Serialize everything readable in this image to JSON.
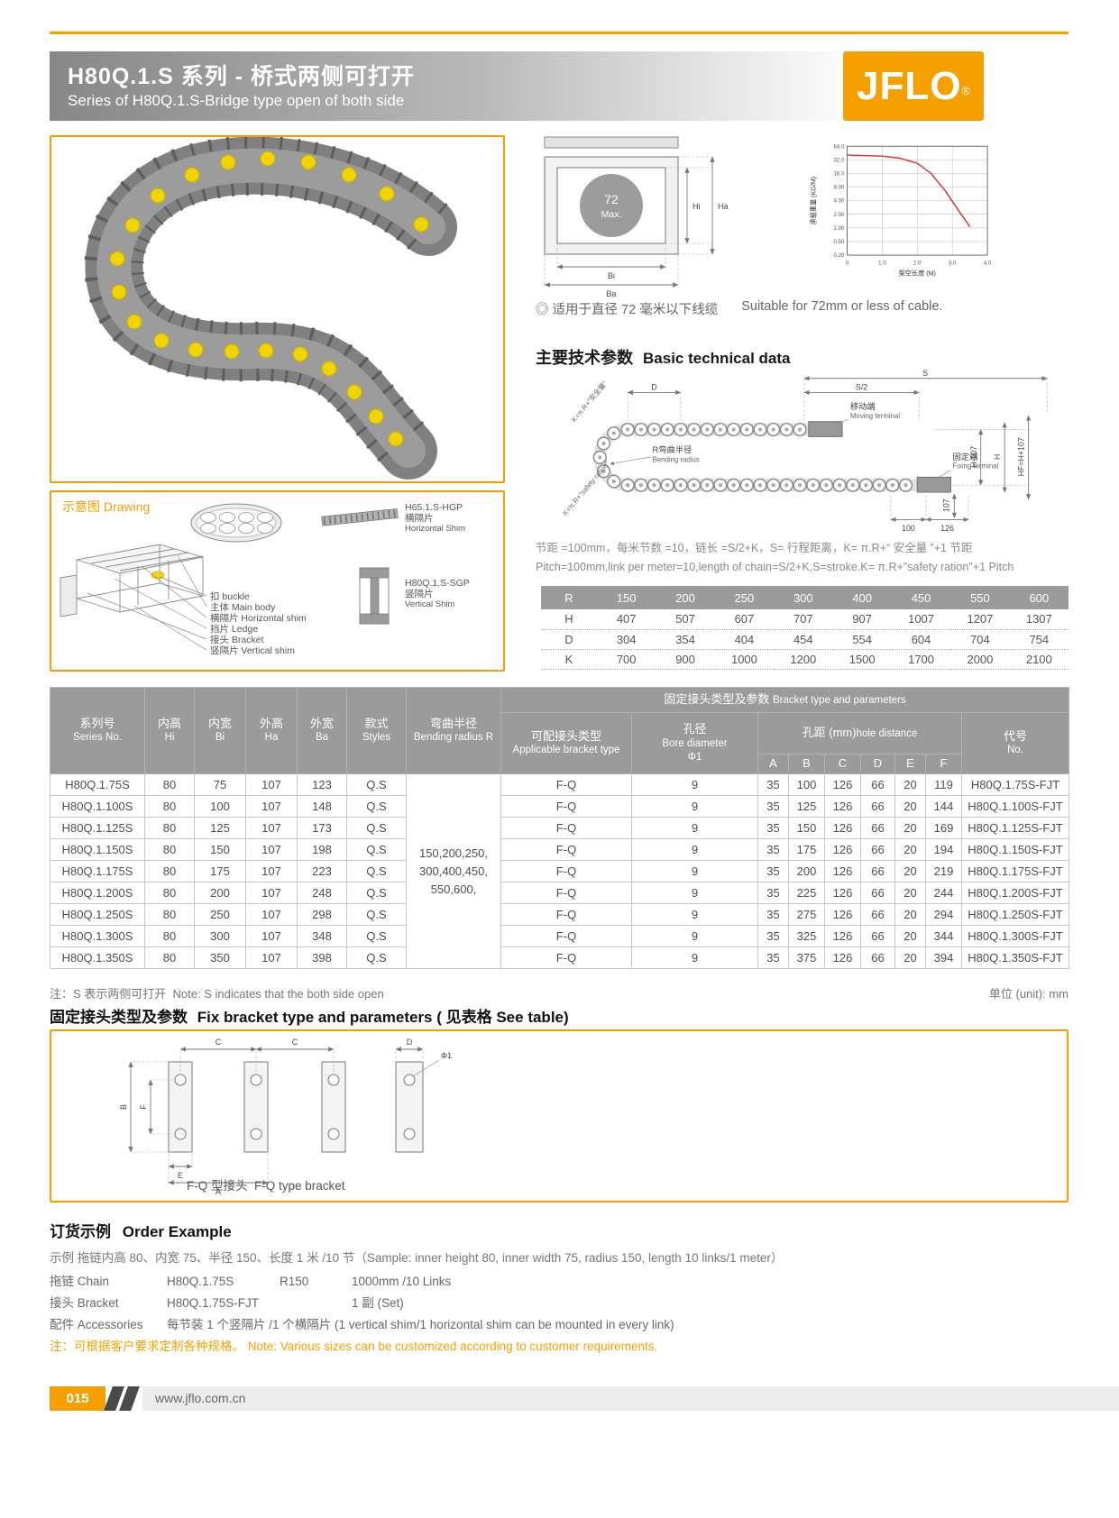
{
  "page": {
    "title_zh": "H80Q.1.S 系列 - 桥式两侧可打开",
    "title_en": "Series of H80Q.1.S-Bridge type open of both side",
    "brand": "JFLO",
    "brand_reg": "®"
  },
  "accent_color": "#f6a000",
  "dim_diagram": {
    "max_top": "72",
    "max_bottom": "Max.",
    "hi": "Hi",
    "ha": "Ha",
    "bi": "Bi",
    "ba": "Ba"
  },
  "chart_data": {
    "type": "line",
    "title": "",
    "xlabel": "架空长度 (M)",
    "ylabel": "承载重量 (KG/M)",
    "x_ticks": [
      "0",
      "1.0",
      "2.0",
      "3.0",
      "4.0"
    ],
    "y_ticks": [
      "64.0",
      "32.0",
      "16.0",
      "8.00",
      "4.00",
      "2.00",
      "1.00",
      "0.50",
      "0.20"
    ],
    "xlim": [
      0,
      4
    ],
    "grid": true,
    "legend": false,
    "series": [
      {
        "name": "载重量",
        "points": [
          [
            0,
            40
          ],
          [
            1.0,
            38
          ],
          [
            1.5,
            34
          ],
          [
            2.0,
            26
          ],
          [
            2.4,
            15
          ],
          [
            2.8,
            6
          ],
          [
            3.2,
            2
          ],
          [
            3.5,
            0.9
          ]
        ]
      }
    ]
  },
  "cable_note_zh": "◎ 适用于直径 72 毫米以下线缆",
  "cable_note_en": "Suitable for 72mm or less of cable.",
  "basic_heading_zh": "主要技术参数",
  "basic_heading_en": "Basic technical data",
  "tech_diagram": {
    "s": "S",
    "s2": "S/2",
    "d": "D",
    "moving_zh": "移动端",
    "moving_en": "Moving terminal",
    "fixing_zh": "固定端",
    "fixing_en": "Fixing terminal",
    "bend_zh": "R弯曲半径",
    "bend_en": "Bending radius",
    "h107": "H-107",
    "h": "H",
    "hf": "HF=H+107",
    "d107": "107",
    "d100": "100",
    "d126": "126",
    "k_zh": "K=π.R+“安全量”",
    "k_en": "K=π.R+\"safety ration\""
  },
  "pitch_zh": "节距 =100mm，每米节数 =10，链长 =S/2+K，S= 行程距离，K= π.R+“ 安全量 ”+1 节距",
  "pitch_en": "Pitch=100mm,link per meter=10,length of chain=S/2+K,S=stroke.K= π.R+\"safety ration\"+1 Pitch",
  "rhdk": {
    "rows": [
      {
        "label": "R",
        "values": [
          "150",
          "200",
          "250",
          "300",
          "400",
          "450",
          "550",
          "600"
        ]
      },
      {
        "label": "H",
        "values": [
          "407",
          "507",
          "607",
          "707",
          "907",
          "1007",
          "1207",
          "1307"
        ]
      },
      {
        "label": "D",
        "values": [
          "304",
          "354",
          "404",
          "454",
          "554",
          "604",
          "704",
          "754"
        ]
      },
      {
        "label": "K",
        "values": [
          "700",
          "900",
          "1000",
          "1200",
          "1500",
          "1700",
          "2000",
          "2100"
        ]
      }
    ]
  },
  "drawing": {
    "heading_zh": "示意图",
    "heading_en": "Drawing",
    "hgp_code": "H65.1.S-HGP",
    "hgp_zh": "横隔片",
    "hgp_en": "Horizontal Shim",
    "sgp_code": "H80Q.1.S-SGP",
    "sgp_zh": "竖隔片",
    "sgp_en": "Vertical Shim",
    "callouts": [
      "扣 buckle",
      "主体 Main body",
      "横隔片 Horizontal shim",
      "挡片 Ledge",
      "接头 Bracket",
      "竖隔片 Vertical shim"
    ]
  },
  "main_table": {
    "group_zh": "固定接头类型及参数",
    "group_en": "Bracket type and parameters",
    "headers": {
      "series_zh": "系列号",
      "series_en": "Series No.",
      "hi_zh": "内高",
      "hi_en": "Hi",
      "bi_zh": "内宽",
      "bi_en": "Bi",
      "ha_zh": "外高",
      "ha_en": "Ha",
      "ba_zh": "外宽",
      "ba_en": "Ba",
      "styles_zh": "款式",
      "styles_en": "Styles",
      "radius_zh": "弯曲半径",
      "radius_en": "Bending radius R",
      "applicable_zh": "可配接头类型",
      "applicable_en": "Applicable bracket type",
      "bore_zh": "孔径",
      "bore_en": "Bore diameter",
      "bore_sym": "Φ1",
      "hole_zh": "孔距 (mm)",
      "hole_en": "hole distance",
      "no_zh": "代号",
      "no_en": "No."
    },
    "hole_cols": [
      "A",
      "B",
      "C",
      "D",
      "E",
      "F"
    ],
    "radius_cell": [
      "150,200,250,",
      "300,400,450,",
      "550,600,"
    ],
    "rows": [
      {
        "series": "H80Q.1.75S",
        "hi": "80",
        "bi": "75",
        "ha": "107",
        "ba": "123",
        "style": "Q.S",
        "bracket": "F-Q",
        "bore": "9",
        "a": "35",
        "b": "100",
        "c": "126",
        "d": "66",
        "e": "20",
        "f": "119",
        "no": "H80Q.1.75S-FJT"
      },
      {
        "series": "H80Q.1.100S",
        "hi": "80",
        "bi": "100",
        "ha": "107",
        "ba": "148",
        "style": "Q.S",
        "bracket": "F-Q",
        "bore": "9",
        "a": "35",
        "b": "125",
        "c": "126",
        "d": "66",
        "e": "20",
        "f": "144",
        "no": "H80Q.1.100S-FJT"
      },
      {
        "series": "H80Q.1.125S",
        "hi": "80",
        "bi": "125",
        "ha": "107",
        "ba": "173",
        "style": "Q.S",
        "bracket": "F-Q",
        "bore": "9",
        "a": "35",
        "b": "150",
        "c": "126",
        "d": "66",
        "e": "20",
        "f": "169",
        "no": "H80Q.1.125S-FJT"
      },
      {
        "series": "H80Q.1.150S",
        "hi": "80",
        "bi": "150",
        "ha": "107",
        "ba": "198",
        "style": "Q.S",
        "bracket": "F-Q",
        "bore": "9",
        "a": "35",
        "b": "175",
        "c": "126",
        "d": "66",
        "e": "20",
        "f": "194",
        "no": "H80Q.1.150S-FJT"
      },
      {
        "series": "H80Q.1.175S",
        "hi": "80",
        "bi": "175",
        "ha": "107",
        "ba": "223",
        "style": "Q.S",
        "bracket": "F-Q",
        "bore": "9",
        "a": "35",
        "b": "200",
        "c": "126",
        "d": "66",
        "e": "20",
        "f": "219",
        "no": "H80Q.1.175S-FJT"
      },
      {
        "series": "H80Q.1.200S",
        "hi": "80",
        "bi": "200",
        "ha": "107",
        "ba": "248",
        "style": "Q.S",
        "bracket": "F-Q",
        "bore": "9",
        "a": "35",
        "b": "225",
        "c": "126",
        "d": "66",
        "e": "20",
        "f": "244",
        "no": "H80Q.1.200S-FJT"
      },
      {
        "series": "H80Q.1.250S",
        "hi": "80",
        "bi": "250",
        "ha": "107",
        "ba": "298",
        "style": "Q.S",
        "bracket": "F-Q",
        "bore": "9",
        "a": "35",
        "b": "275",
        "c": "126",
        "d": "66",
        "e": "20",
        "f": "294",
        "no": "H80Q.1.250S-FJT"
      },
      {
        "series": "H80Q.1.300S",
        "hi": "80",
        "bi": "300",
        "ha": "107",
        "ba": "348",
        "style": "Q.S",
        "bracket": "F-Q",
        "bore": "9",
        "a": "35",
        "b": "325",
        "c": "126",
        "d": "66",
        "e": "20",
        "f": "344",
        "no": "H80Q.1.300S-FJT"
      },
      {
        "series": "H80Q.1.350S",
        "hi": "80",
        "bi": "350",
        "ha": "107",
        "ba": "398",
        "style": "Q.S",
        "bracket": "F-Q",
        "bore": "9",
        "a": "35",
        "b": "375",
        "c": "126",
        "d": "66",
        "e": "20",
        "f": "394",
        "no": "H80Q.1.350S-FJT"
      }
    ]
  },
  "table_note_zh": "注：S 表示两侧可打开",
  "table_note_en": "Note: S indicates that the both side open",
  "unit_note": "单位 (unit): mm",
  "fix_heading_zh": "固定接头类型及参数",
  "fix_heading_en": "Fix bracket type and parameters ( 见表格 See table)",
  "bracket_diagram": {
    "c1": "C",
    "c2": "C",
    "d": "D",
    "phi": "Φ1",
    "b": "B",
    "f": "F",
    "e": "E",
    "a": "A",
    "caption_zh": "F-Q 型接头",
    "caption_en": "F-Q type bracket"
  },
  "order": {
    "heading_zh": "订货示例",
    "heading_en": "Order Example",
    "sample": "示例 拖链内高 80、内宽 75、半径 150、长度 1 米 /10 节（Sample: inner height 80, inner width 75, radius 150, length 10 links/1 meter）",
    "rows": [
      {
        "label": "拖链  Chain",
        "c1": "H80Q.1.75S",
        "c2": "R150",
        "c3": "1000mm /10 Links"
      },
      {
        "label": "接头  Bracket",
        "c1": "H80Q.1.75S-FJT",
        "c2": "1 副 (Set)",
        "c3": ""
      },
      {
        "label": "配件  Accessories",
        "c1": "每节装 1 个竖隔片 /1 个横隔片 (1 vertical shim/1 horizontal shim can be mounted in every link)",
        "c2": "",
        "c3": ""
      }
    ],
    "note": "注：可根据客户要求定制各种规格。  Note: Various sizes can be customized according to customer requirements."
  },
  "footer": {
    "page_no": "015",
    "url": "www.jflo.com.cn"
  }
}
